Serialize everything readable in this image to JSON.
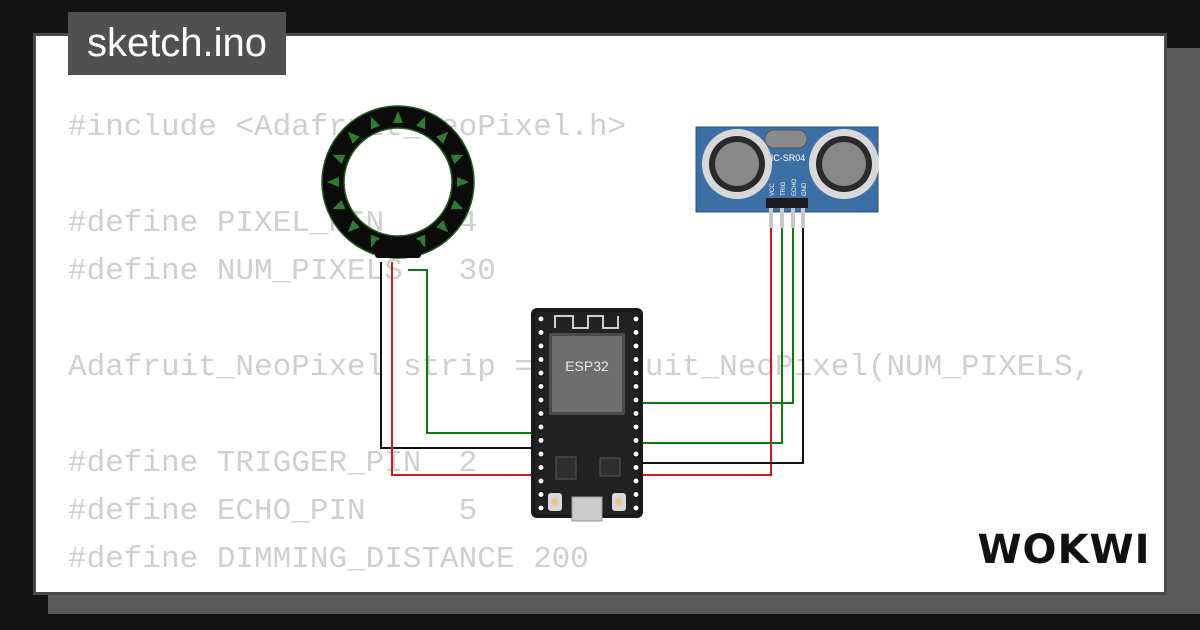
{
  "tab": {
    "filename": "sketch.ino"
  },
  "code_lines": [
    "#include <Adafruit_NeoPixel.h>",
    "",
    "#define PIXEL_PIN    4",
    "#define NUM_PIXELS   30",
    "",
    "Adafruit_NeoPixel strip = Adafruit_NeoPixel(NUM_PIXELS,",
    "",
    "#define TRIGGER_PIN  2",
    "#define ECHO_PIN     5",
    "#define DIMMING_DISTANCE 200"
  ],
  "components": {
    "esp32_label": "ESP32",
    "sensor_label": "HC-SR04",
    "sensor_pins": [
      "VCC",
      "TRIG",
      "ECHO",
      "GND"
    ]
  },
  "brand": {
    "logo_text": "WOKWI"
  },
  "colors": {
    "background": "#141414",
    "card": "#ffffff",
    "tab": "#505050",
    "code_text": "#cfcfcf",
    "wire_green": "#0a7d0a",
    "wire_red": "#d81818",
    "wire_black": "#111111",
    "sensor_board": "#3c6fa3"
  }
}
